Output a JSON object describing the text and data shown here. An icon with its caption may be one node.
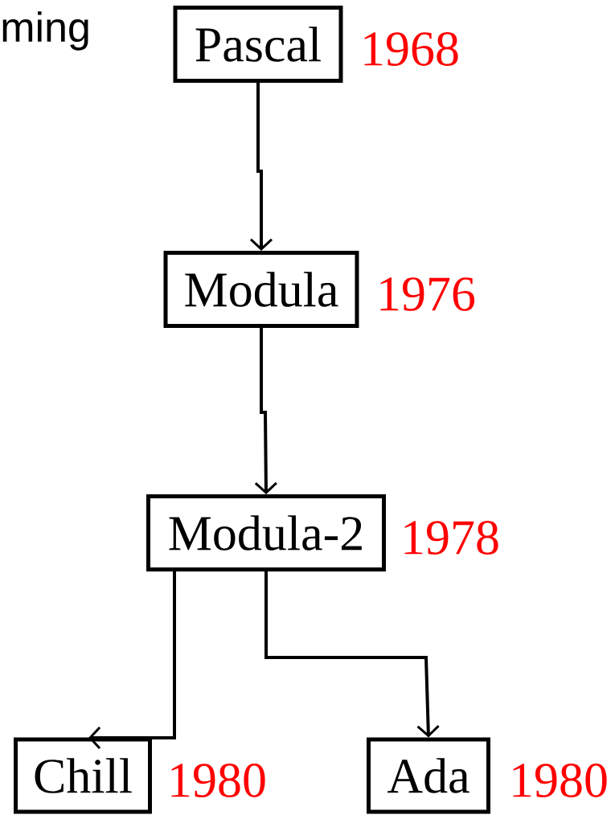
{
  "diagram": {
    "nodes": [
      {
        "text": [
          "Pascal"
        ],
        "beside": [
          "1968"
        ]
      },
      {
        "text": [
          "Modula"
        ],
        "beside": [
          "1976"
        ]
      },
      {
        "text": [
          "Modula-2"
        ],
        "beside": [
          "1978"
        ]
      },
      {
        "text": [
          "Chill"
        ],
        "beside": [
          "1980"
        ]
      },
      {
        "text": [
          "Ada"
        ],
        "beside": [
          "1980"
        ]
      }
    ],
    "edges": [
      {
        "from": 0,
        "to": 1,
        "arrow": "to"
      },
      {
        "from": 1,
        "to": 2,
        "arrow": "to"
      },
      {
        "from": 2,
        "to": 3,
        "arrow": "to"
      },
      {
        "from": 2,
        "to": 4,
        "arrow": "to"
      }
    ],
    "labels": [
      "ming"
    ]
  }
}
